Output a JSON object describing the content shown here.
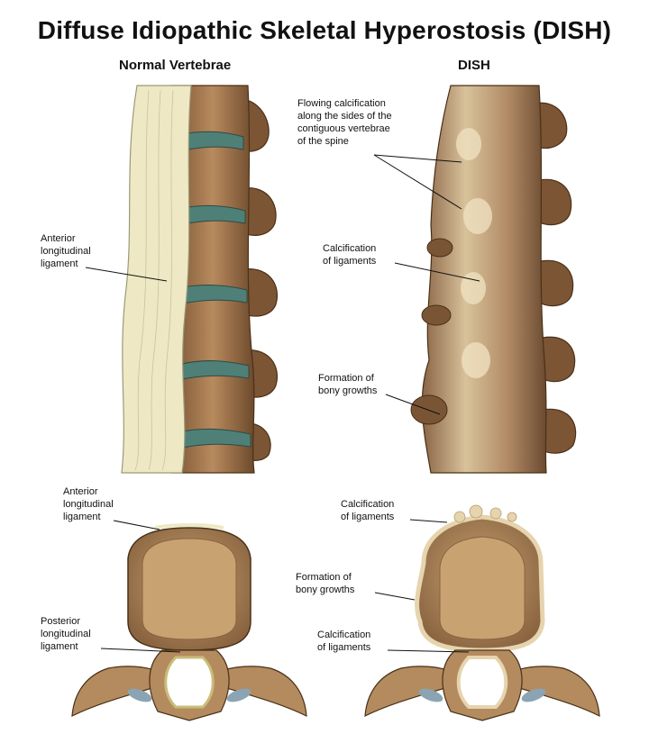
{
  "title": "Diffuse Idiopathic Skeletal Hyperostosis (DISH)",
  "columns": {
    "left": "Normal Vertebrae",
    "right": "DISH"
  },
  "labels": {
    "anterior_ligament_lateral": [
      "Anterior",
      "longitudinal",
      "ligament"
    ],
    "flowing_calcification": [
      "Flowing calcification",
      "along the sides of the",
      "contiguous vertebrae",
      "of the spine"
    ],
    "calcification_ligaments_lateral": [
      "Calcification",
      "of ligaments"
    ],
    "bony_growths_lateral": [
      "Formation of",
      "bony growths"
    ],
    "anterior_ligament_axial": [
      "Anterior",
      "longitudinal",
      "ligament"
    ],
    "posterior_ligament_axial": [
      "Posterior",
      "longitudinal",
      "ligament"
    ],
    "calcification_top_axial": [
      "Calcification",
      "of ligaments"
    ],
    "bony_growths_axial": [
      "Formation of",
      "bony growths"
    ],
    "calcification_bottom_axial": [
      "Calcification",
      "of ligaments"
    ]
  },
  "colors": {
    "bone": "#b98a5c",
    "bone_dark": "#6d4a2c",
    "ligament": "#eee9c4",
    "disc": "#4f8078",
    "calcified": "#e6d4ae"
  }
}
